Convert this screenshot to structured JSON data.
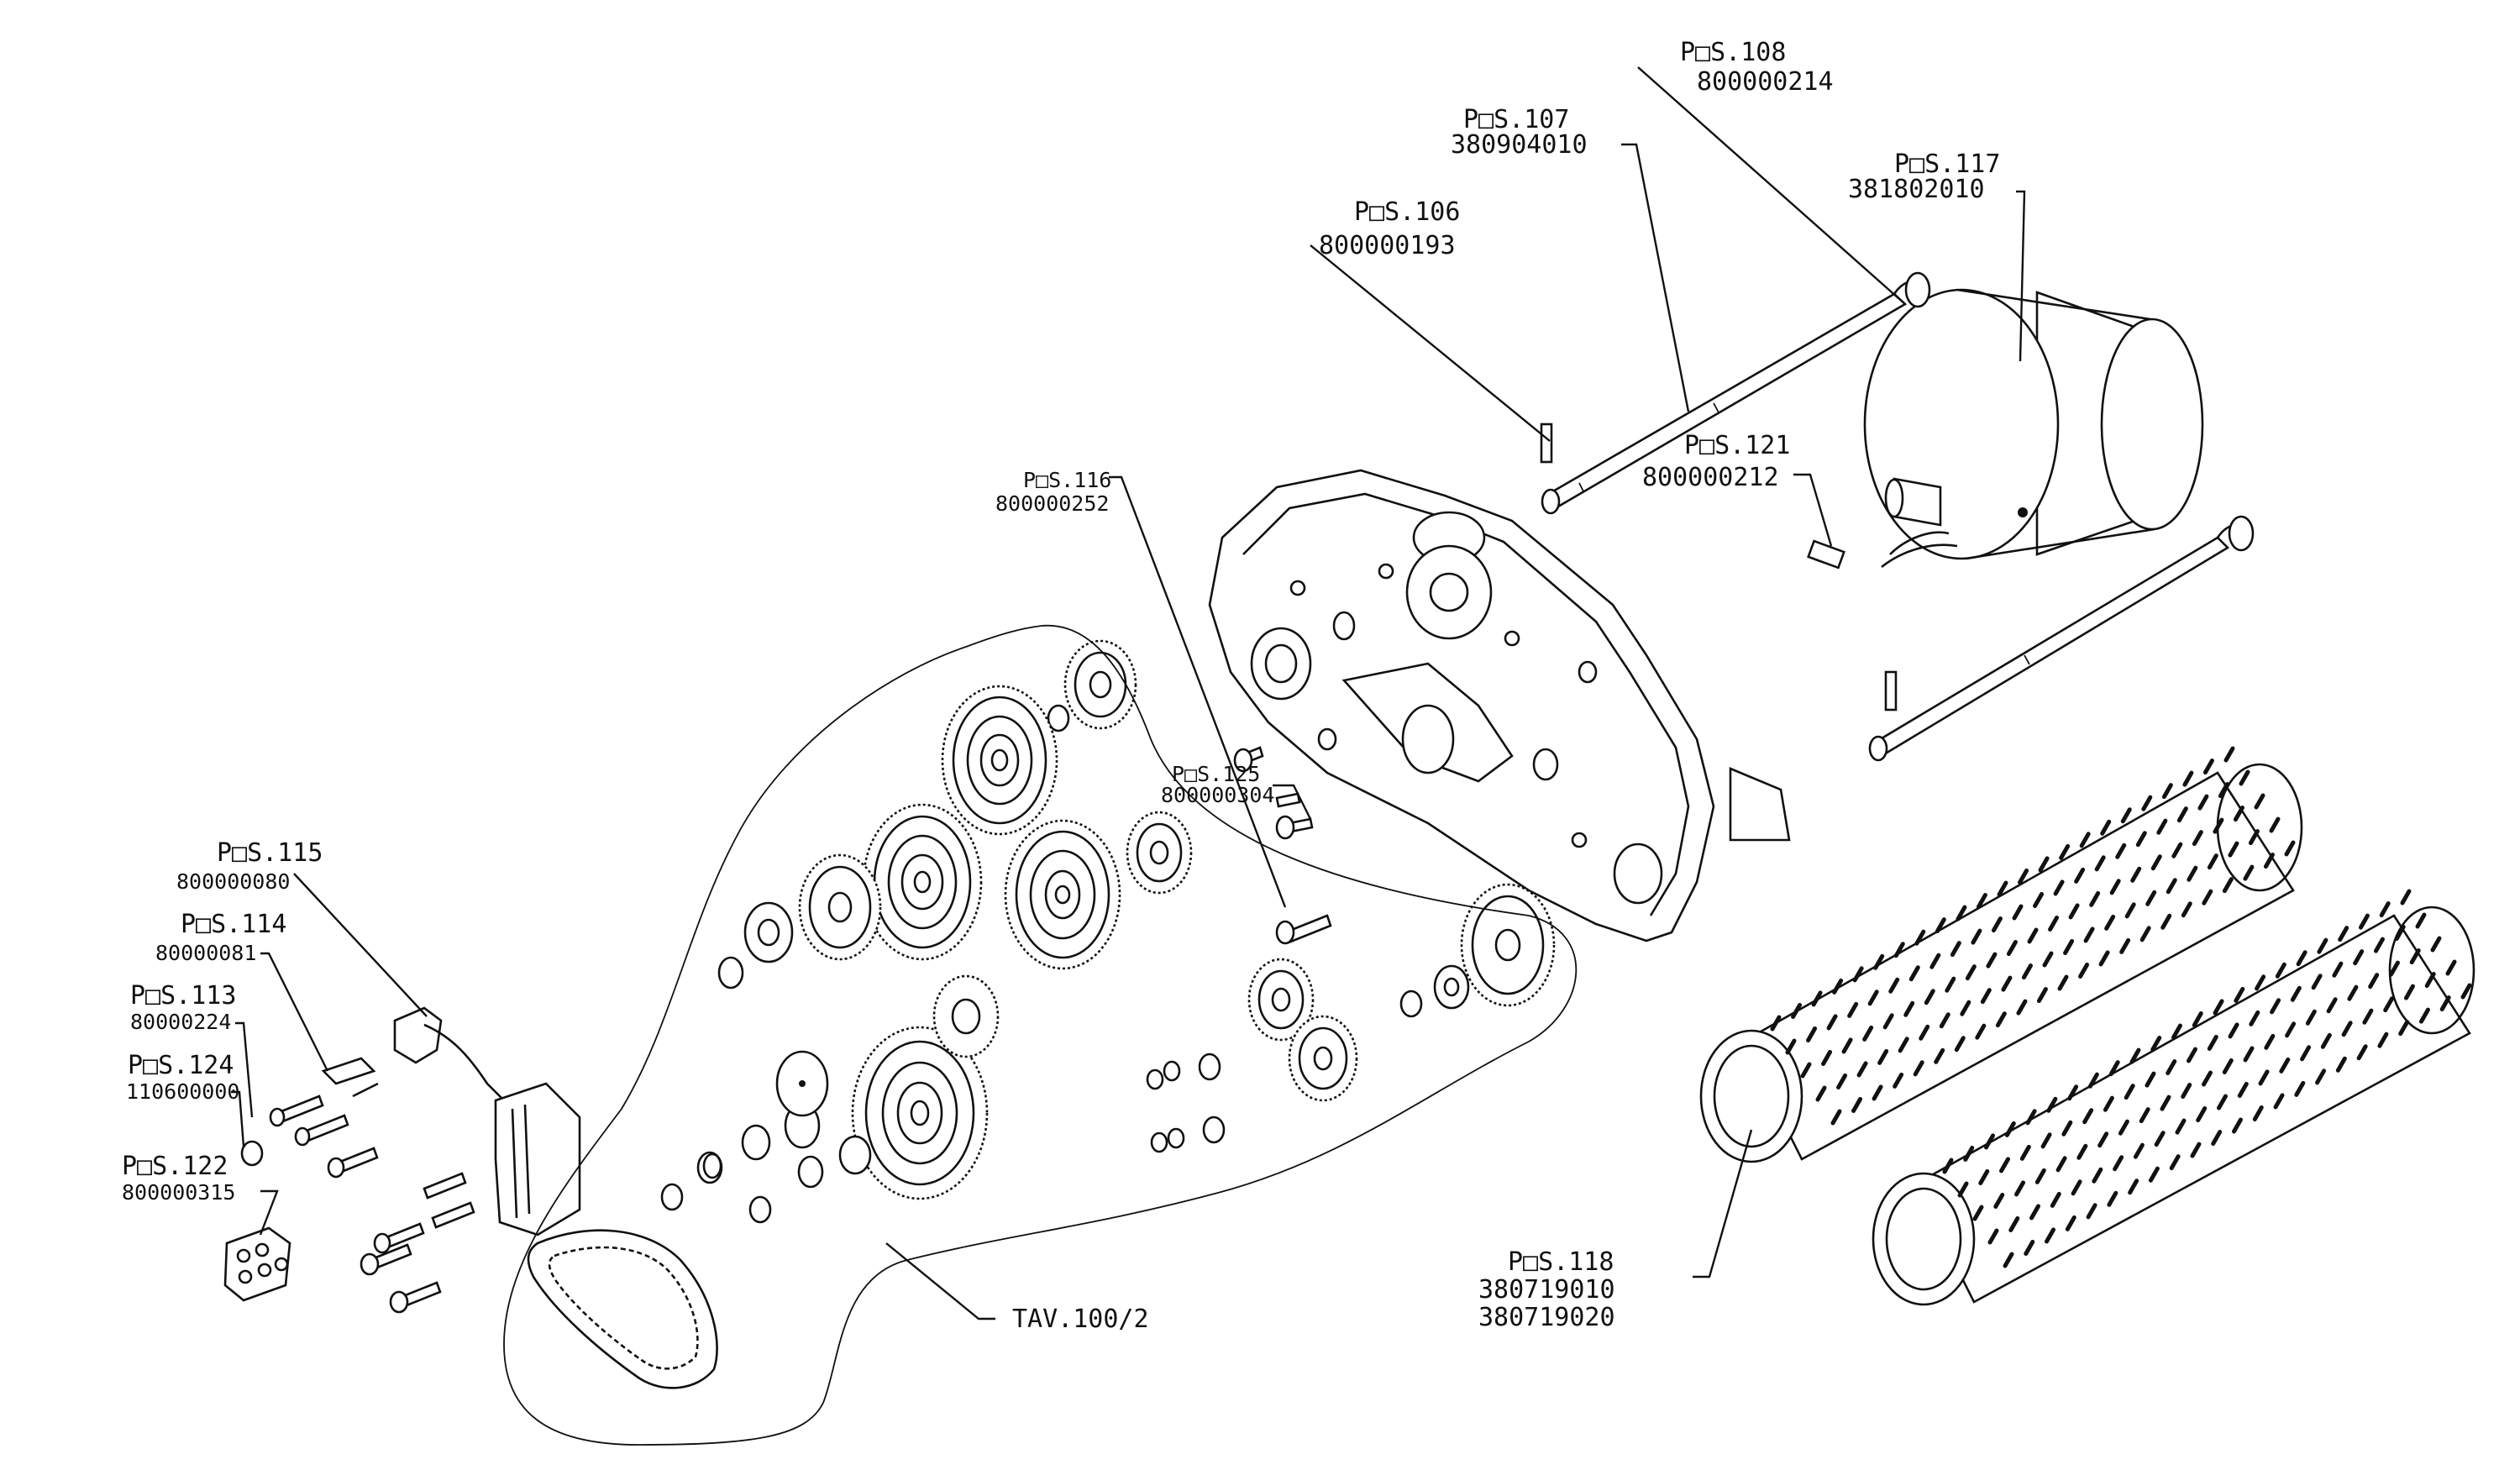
{
  "diagram": {
    "table_ref": "TAV.100/2",
    "callouts": [
      {
        "id": "c108",
        "pos": "P□S.108",
        "code": "800000214"
      },
      {
        "id": "c107",
        "pos": "P□S.107",
        "code": "380904010"
      },
      {
        "id": "c117",
        "pos": "P□S.117",
        "code": "381802010"
      },
      {
        "id": "c106",
        "pos": "P□S.106",
        "code": "800000193"
      },
      {
        "id": "c121",
        "pos": "P□S.121",
        "code": "800000212"
      },
      {
        "id": "c116",
        "pos": "P□S.116",
        "code": "800000252"
      },
      {
        "id": "c125",
        "pos": "P□S.125",
        "code": "800000304"
      },
      {
        "id": "c115",
        "pos": "P□S.115",
        "code": "800000080"
      },
      {
        "id": "c114",
        "pos": "P□S.114",
        "code": "80000081"
      },
      {
        "id": "c113",
        "pos": "P□S.113",
        "code": "80000224"
      },
      {
        "id": "c124",
        "pos": "P□S.124",
        "code": "110600000"
      },
      {
        "id": "c122",
        "pos": "P□S.122",
        "code": "800000315"
      },
      {
        "id": "c118",
        "pos": "P□S.118",
        "code": "380719010",
        "code2": "380719020"
      }
    ]
  }
}
